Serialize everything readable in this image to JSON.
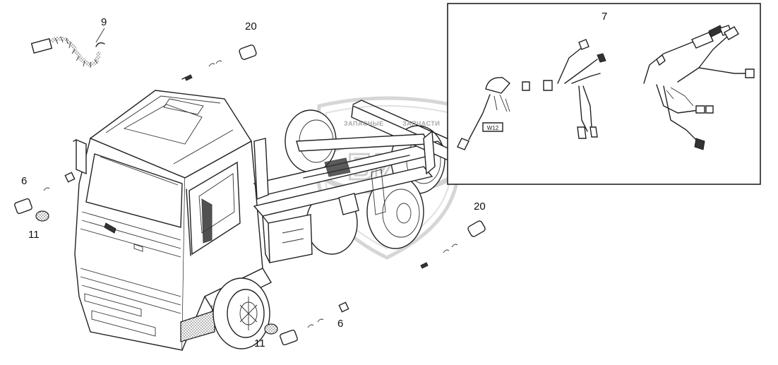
{
  "diagram": {
    "callouts": {
      "part_9": "9",
      "part_20_top": "20",
      "part_7": "7",
      "part_6_left": "6",
      "part_11_left": "11",
      "part_20_right": "20",
      "part_6_bottom": "6",
      "part_11_bottom": "11"
    },
    "inset_label": "W12",
    "watermark": {
      "text_left": "ЗАПАСНЫЕ",
      "text_right": "ЗАПЧАСТИ",
      "logo_text": "БИД"
    },
    "colors": {
      "line": "#222222",
      "background": "#ffffff",
      "watermark": "#bdbdbd"
    }
  }
}
